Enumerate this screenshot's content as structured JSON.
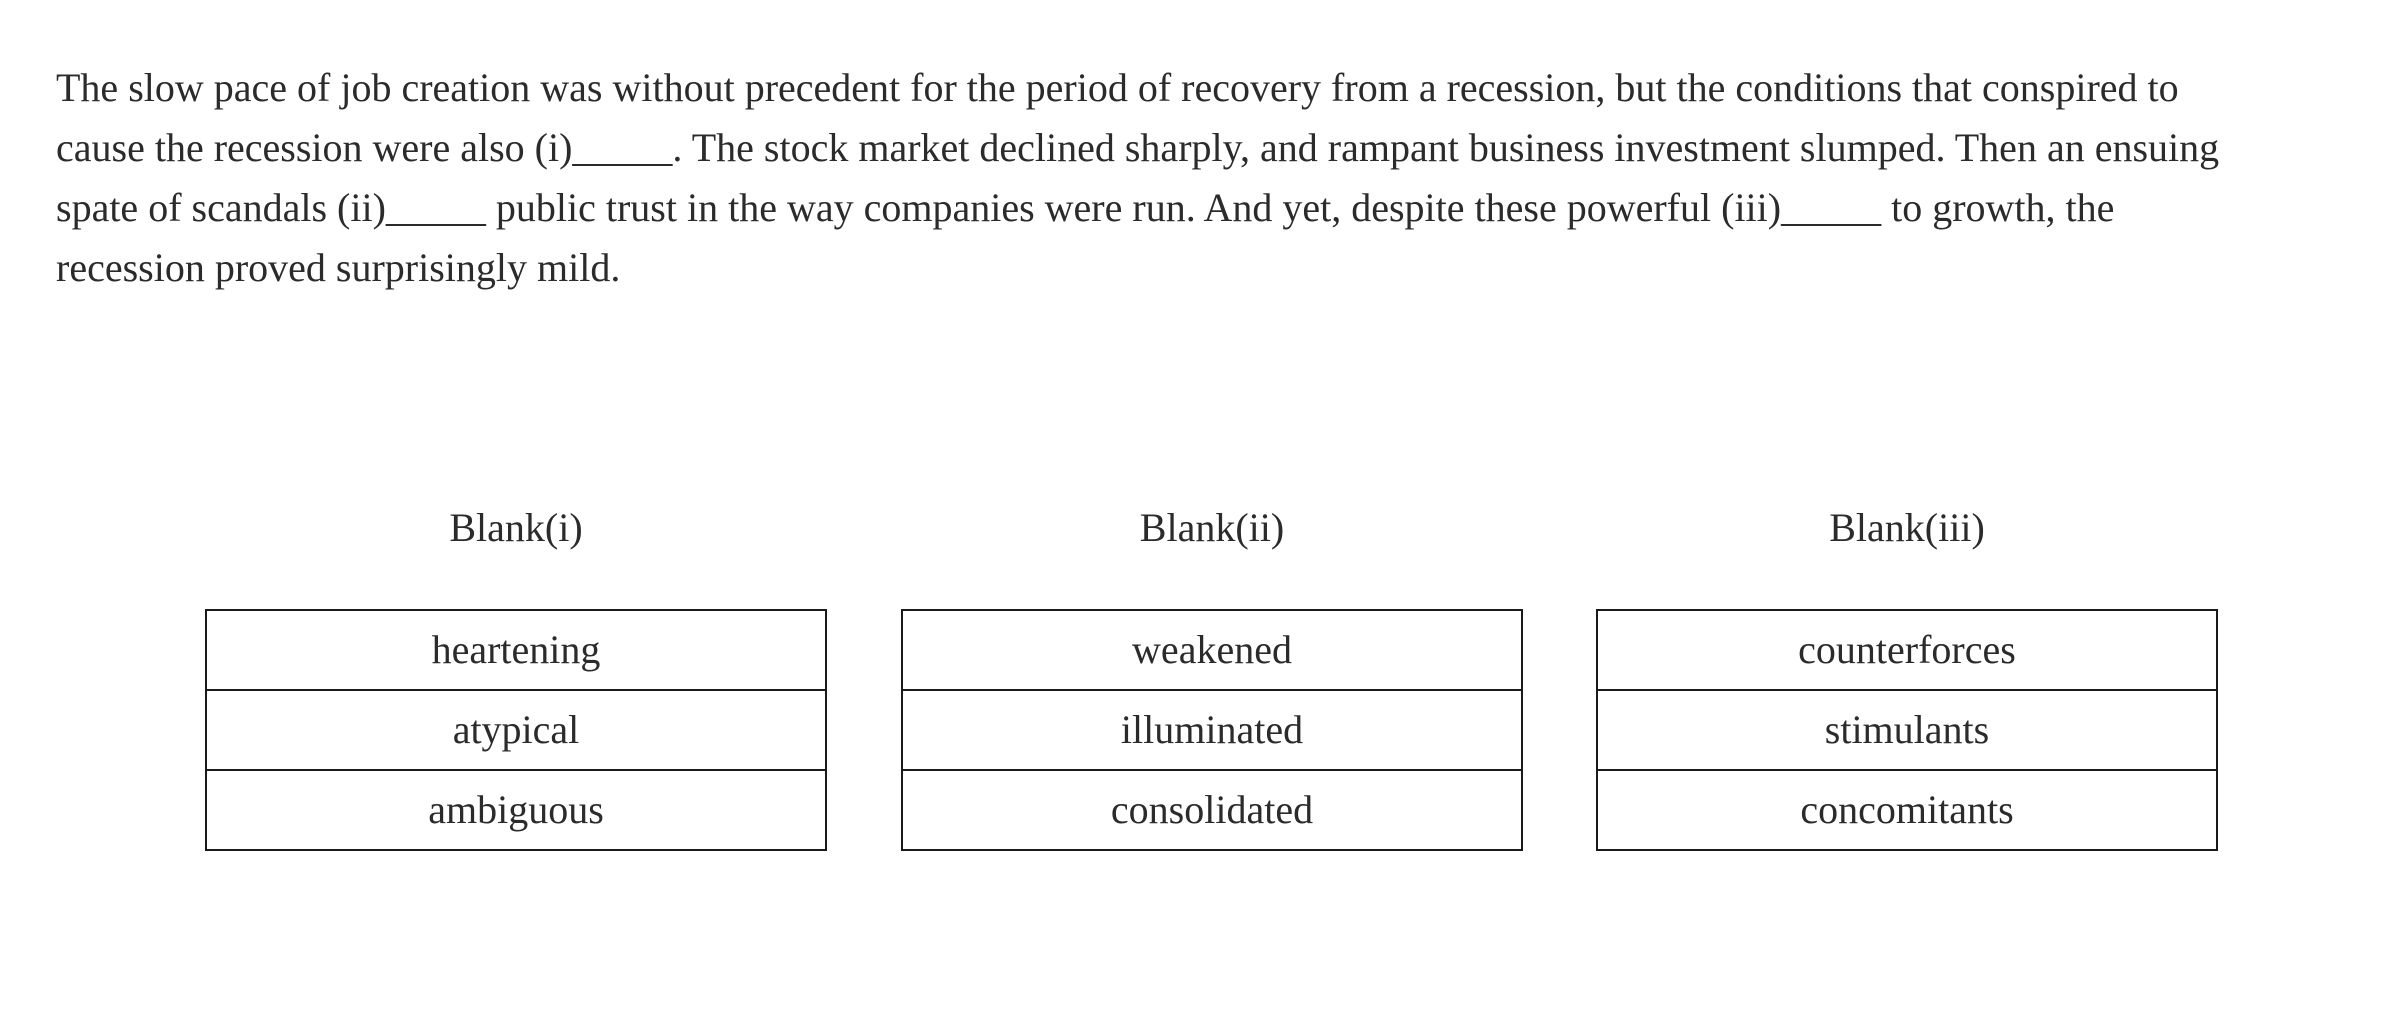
{
  "passage": {
    "lines": [
      "The slow pace of job creation was without precedent for the period of recovery from a recession, but the conditions that conspired to",
      "cause the recession were also (i)_____. The stock market declined sharply, and rampant business investment slumped. Then an ensuing",
      "spate of scandals (ii)_____ public trust in the way companies were run. And yet, despite these powerful (iii)_____ to growth, the",
      "recession proved surprisingly mild."
    ]
  },
  "blanks": [
    {
      "header": "Blank(i)",
      "options": [
        "heartening",
        "atypical",
        "ambiguous"
      ]
    },
    {
      "header": "Blank(ii)",
      "options": [
        "weakened",
        "illuminated",
        "consolidated"
      ]
    },
    {
      "header": "Blank(iii)",
      "options": [
        "counterforces",
        "stimulants",
        "concomitants"
      ]
    }
  ]
}
